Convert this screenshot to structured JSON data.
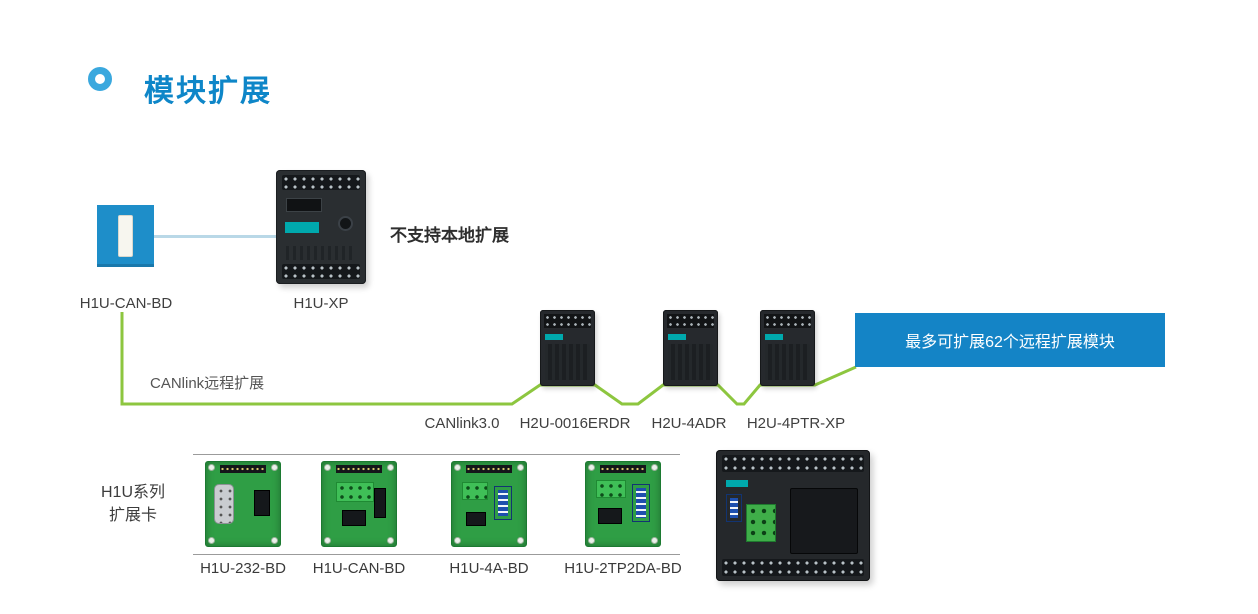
{
  "title": {
    "text": "模块扩展"
  },
  "local": {
    "can_bd_label": "H1U-CAN-BD",
    "plc_label": "H1U-XP",
    "note": "不支持本地扩展"
  },
  "remote": {
    "canlink_label": "CANlink远程扩展",
    "bus_label": "CANlink3.0",
    "modules": [
      {
        "label": "H2U-0016ERDR"
      },
      {
        "label": "H2U-4ADR"
      },
      {
        "label": "H2U-4PTR-XP"
      }
    ],
    "banner_text": "最多可扩展62个远程扩展模块"
  },
  "cards": {
    "series_line1": "H1U系列",
    "series_line2": "扩展卡",
    "items": [
      {
        "label": "H1U-232-BD"
      },
      {
        "label": "H1U-CAN-BD"
      },
      {
        "label": "H1U-4A-BD"
      },
      {
        "label": "H1U-2TP2DA-BD"
      }
    ]
  },
  "colors": {
    "accent_blue": "#0e86c8",
    "banner_blue": "#1484c6",
    "wire_green": "#8dc63f",
    "bd_blue": "#1e8ec9"
  }
}
